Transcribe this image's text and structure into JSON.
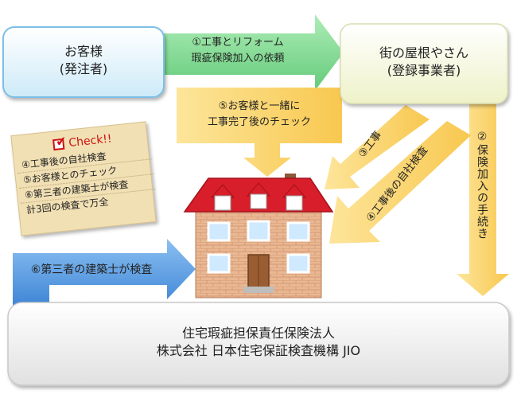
{
  "customer": {
    "line1": "お客様",
    "line2": "(発注者)"
  },
  "contractor": {
    "line1": "街の屋根やさん",
    "line2": "(登録事業者)"
  },
  "insurer": {
    "line1": "住宅瑕疵担保責任保険法人",
    "line2": "株式会社 日本住宅保証検査機構 JIO"
  },
  "arrows": {
    "request_line1": "①工事とリフォーム",
    "request_line2": "瑕疵保険加入の依頼",
    "insurance_procedure": "②保険加入の手続き",
    "construction": "③工事",
    "self_inspection": "④工事後の自社検査",
    "final_check_line1": "⑤お客様と一緒に",
    "final_check_line2": "工事完了後のチェック",
    "third_party": "⑥第三者の建築士が検査"
  },
  "checklist": {
    "title": "Check!!",
    "items": [
      "④工事後の自社検査",
      "⑤お客様とのチェック",
      "⑥第三者の建築士が検査",
      "計3回の検査で万全"
    ]
  },
  "colors": {
    "customer_fill": "#dff2fb",
    "customer_border": "#6fb5e0",
    "contractor_fill": "#f6f8d8",
    "insurer_fill": "#eeeeee",
    "green_arrow": "#77d98a",
    "yellow_arrow": "#fbd56a",
    "blue_arrow": "#5b9fe3",
    "roof": "#d81e2a",
    "brick": "#e7b48d",
    "checklist_paper": "#f2e2b8"
  }
}
